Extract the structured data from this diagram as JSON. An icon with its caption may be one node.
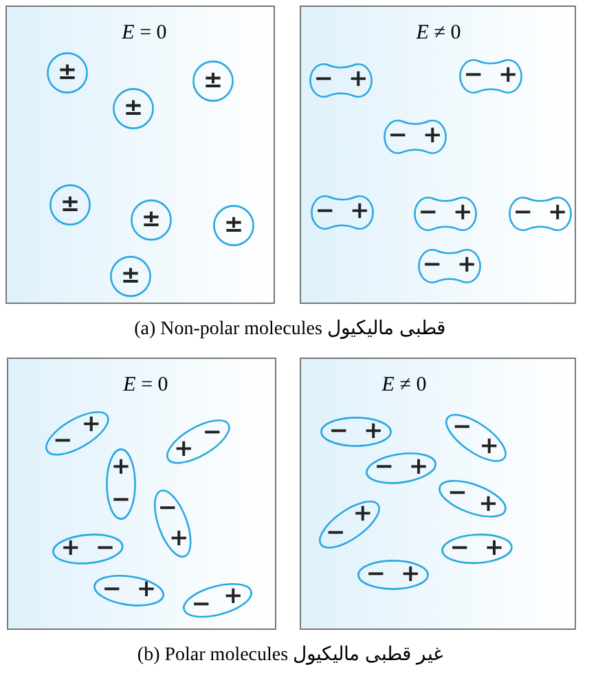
{
  "diagram": {
    "nodes": [
      {
        "text": [
          "*E* = 0"
        ]
      },
      {
        "text": [
          "±"
        ],
        "in": 0
      },
      {
        "text": [
          "±"
        ],
        "in": 0
      },
      {
        "text": [
          "±"
        ],
        "in": 0
      },
      {
        "text": [
          "±"
        ],
        "in": 0
      },
      {
        "text": [
          "±"
        ],
        "in": 0
      },
      {
        "text": [
          "±"
        ],
        "in": 0
      },
      {
        "text": [
          "±"
        ],
        "in": 0
      },
      {
        "text": [
          "*E* ≠ 0"
        ]
      },
      {
        "text": [
          "− +"
        ],
        "in": 8
      },
      {
        "text": [
          "− +"
        ],
        "in": 8
      },
      {
        "text": [
          "− +"
        ],
        "in": 8
      },
      {
        "text": [
          "− +"
        ],
        "in": 8
      },
      {
        "text": [
          "− +"
        ],
        "in": 8
      },
      {
        "text": [
          "− +"
        ],
        "in": 8
      },
      {
        "text": [
          "− +"
        ],
        "in": 8
      },
      {
        "text": [
          "*E* = 0"
        ]
      },
      {
        "text": [
          "−",
          "+"
        ],
        "in": 16
      },
      {
        "text": [
          "+",
          "−"
        ],
        "in": 16
      },
      {
        "text": [
          "+",
          "−"
        ],
        "in": 16
      },
      {
        "text": [
          "−",
          "+"
        ],
        "in": 16
      },
      {
        "text": [
          "+ −"
        ],
        "in": 16
      },
      {
        "text": [
          "− +"
        ],
        "in": 16
      },
      {
        "text": [
          "−",
          "+"
        ],
        "in": 16
      },
      {
        "text": [
          "*E* ≠ 0"
        ]
      },
      {
        "text": [
          "− +"
        ],
        "in": 24
      },
      {
        "text": [
          "−",
          "+"
        ],
        "in": 24
      },
      {
        "text": [
          "− +"
        ],
        "in": 24
      },
      {
        "text": [
          "−",
          "+"
        ],
        "in": 24
      },
      {
        "text": [
          "−",
          "+"
        ],
        "in": 24
      },
      {
        "text": [
          "− +"
        ],
        "in": 24
      },
      {
        "text": [
          "− +"
        ],
        "in": 24
      }
    ],
    "labels": [
      "(a) Non-polar molecules قطبی مالیکیول",
      "(b) Polar molecules غیر قطبی مالیکیول"
    ]
  }
}
